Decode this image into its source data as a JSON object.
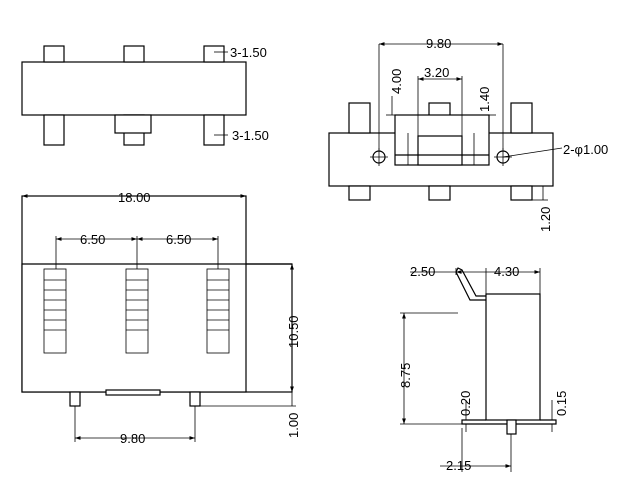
{
  "top_view": {
    "pin_label_top": "3-1.50",
    "pin_label_bottom": "3-1.50"
  },
  "front_view": {
    "width": "9.80",
    "slot": "3.20",
    "height": "4.00",
    "step": "1.40",
    "holes": "2-φ1.00",
    "pin_len": "1.20"
  },
  "plan_view": {
    "width": "18.00",
    "pitch_left": "6.50",
    "pitch_right": "6.50",
    "height": "10.50",
    "foot": "1.00",
    "pin_span": "9.80"
  },
  "side_view": {
    "offset": "2.50",
    "width": "4.30",
    "height": "8.75",
    "left_thick": "0.20",
    "right_thick": "0.15",
    "pin_pos": "2.15"
  }
}
